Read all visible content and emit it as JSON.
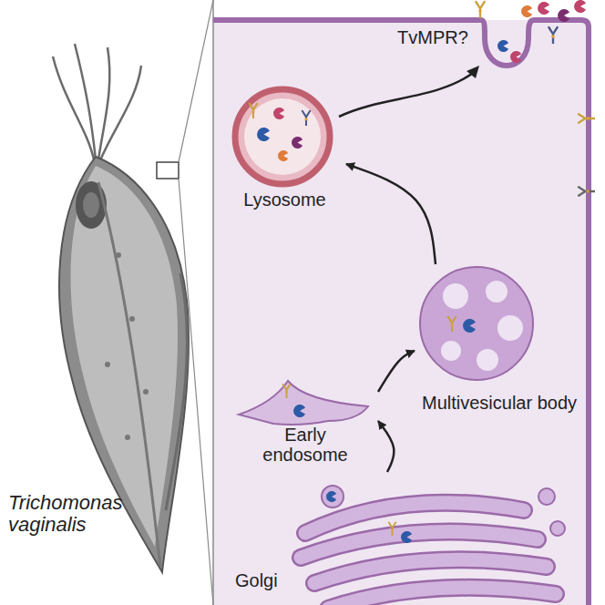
{
  "diagram": {
    "nodes": [
      {
        "text": [
          "Lysosome"
        ]
      },
      {
        "text": [
          "Multivesicular body"
        ]
      },
      {
        "text": [
          "Early endosome"
        ]
      },
      {
        "text": [
          "Trichomonas vaginalis"
        ]
      },
      {
        "text": [
          "Golgi"
        ]
      }
    ],
    "edges": [
      {
        "from": 4,
        "to": 2,
        "arrow": "to"
      },
      {
        "from": 2,
        "to": 1,
        "arrow": "to"
      },
      {
        "from": 1,
        "to": 0,
        "arrow": "to"
      }
    ],
    "labels": [
      "TvMPR?"
    ]
  }
}
